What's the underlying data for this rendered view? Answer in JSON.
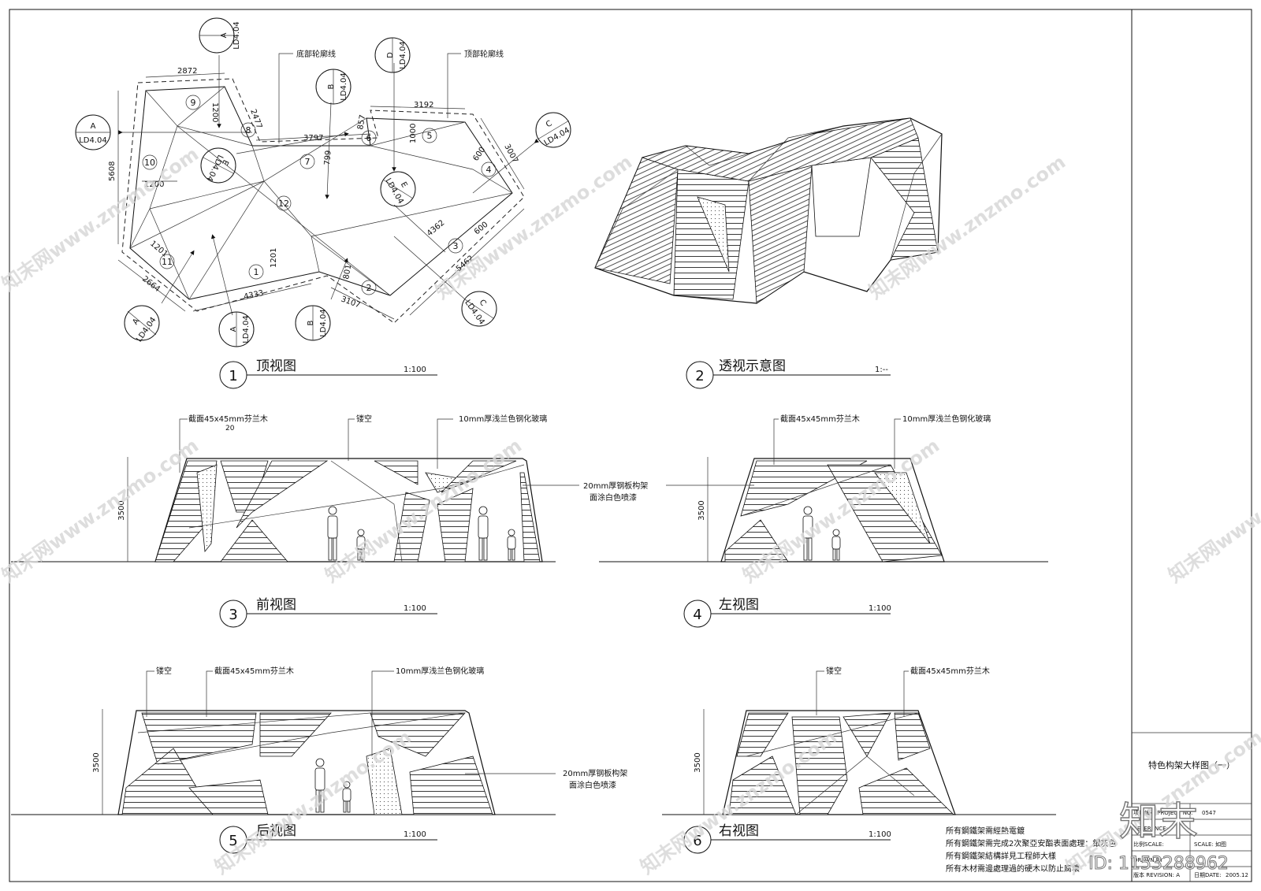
{
  "views": {
    "top": {
      "number": "1",
      "title": "顶视图",
      "scale": "1:100"
    },
    "perspective": {
      "number": "2",
      "title": "透视示意图",
      "scale": "1:--"
    },
    "front": {
      "number": "3",
      "title": "前视图",
      "scale": "1:100"
    },
    "left": {
      "number": "4",
      "title": "左视图",
      "scale": "1:100"
    },
    "back": {
      "number": "5",
      "title": "后视图",
      "scale": "1:100"
    },
    "right": {
      "number": "6",
      "title": "右视图",
      "scale": "1:100"
    }
  },
  "top_view": {
    "bottom_outline": "底部轮廓线",
    "top_outline": "顶部轮廓线",
    "dimensions": [
      "2872",
      "1200",
      "2477",
      "5608",
      "3797",
      "857",
      "1000",
      "3192",
      "3007",
      "799",
      "600",
      "1200",
      "4362",
      "600",
      "5462",
      "1201",
      "1201",
      "2664",
      "4333",
      "801",
      "3107"
    ],
    "panels": [
      "1",
      "2",
      "3",
      "4",
      "5",
      "6",
      "7",
      "8",
      "9",
      "10",
      "11",
      "12"
    ],
    "sections": [
      {
        "letter": "A",
        "ref": "LD4.04"
      },
      {
        "letter": "A",
        "ref": "LD4.04"
      },
      {
        "letter": "A",
        "ref": "LD4.04"
      },
      {
        "letter": "A",
        "ref": "LD4.04"
      },
      {
        "letter": "B",
        "ref": "LD4.04"
      },
      {
        "letter": "B",
        "ref": "LD4.04"
      },
      {
        "letter": "C",
        "ref": "LD4.04"
      },
      {
        "letter": "C",
        "ref": "LD4.04"
      },
      {
        "letter": "D",
        "ref": "LD4.04"
      },
      {
        "letter": "E",
        "ref": "LD4.04"
      },
      {
        "letter": "E",
        "ref": "LD4.04"
      }
    ]
  },
  "annotations": {
    "timber": "截面45x45mm芬兰木",
    "timber_gap": "20",
    "hollow": "镂空",
    "glass": "10mm厚浅兰色钢化玻璃",
    "steel_1": "20mm厚钢板构架",
    "steel_2": "面涂白色喷漆",
    "height": "3500"
  },
  "title_block": {
    "drawing_title": "特色构架大样图（一）",
    "project_label": "项目编号 PROJECT NO.",
    "project_no": "0547",
    "reference_label": "REFERENCE:",
    "scale_label": "比例SCALE:",
    "scale_value": "SCALE: 如图",
    "drawn_label": "DRAWN BY",
    "revision_label": "版本 REVISION: A",
    "date_label": "日期DATE:",
    "date_value": "2005.12"
  },
  "notes": [
    "所有鋼鐵架需經熱電鍍",
    "所有鋼鐵架需完成2次聚亞安酯表面處理：銀灰色",
    "所有鋼鐵架結構詳見工程師大樣",
    "所有木材需邊處理過的硬木以防止腐壞"
  ],
  "watermark": {
    "site": "知末网www.znzmo.com",
    "logo": "知末",
    "id": "ID: 1153288962"
  }
}
